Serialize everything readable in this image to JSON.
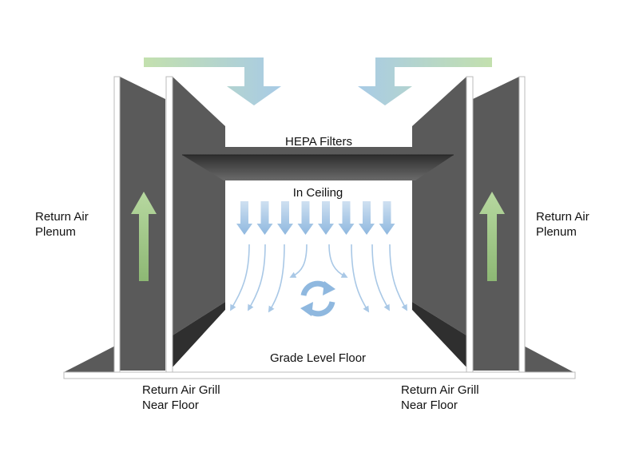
{
  "labels": {
    "hepa_filters": "HEPA Filters",
    "in_ceiling": "In Ceiling",
    "grade_level_floor": "Grade Level Floor",
    "return_air_plenum_left": [
      "Return Air",
      "Plenum"
    ],
    "return_air_plenum_right": [
      "Return Air",
      "Plenum"
    ],
    "return_grill_left": [
      "Return Air Grill",
      "Near Floor"
    ],
    "return_grill_right": [
      "Return Air Grill",
      "Near Floor"
    ]
  },
  "colors": {
    "wall": "#5a5a5a",
    "wall_dark": "#3a3a3a",
    "filter": "#4a4a4a",
    "airflow_down": "#a9c8e6",
    "airflow_intake": "#b9d7a3",
    "return_arrow": "#9cc084",
    "swirl": "#8fb8df",
    "outline": "#bbbbbb"
  },
  "icons": {
    "recirculation": "circular-arrows-icon"
  }
}
